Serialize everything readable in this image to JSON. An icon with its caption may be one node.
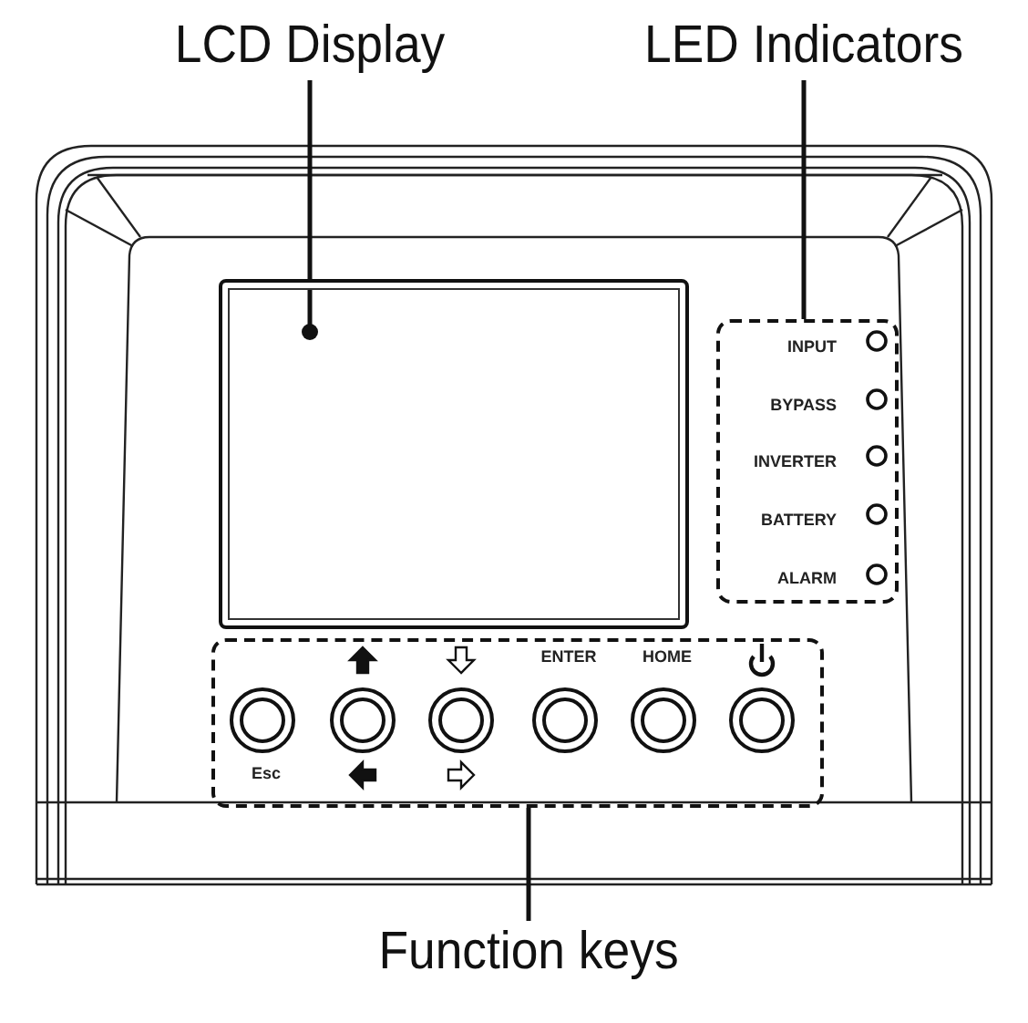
{
  "diagram": {
    "nodes": [
      {
        "text": [
          "LCD Display"
        ]
      },
      {
        "text": [
          "LED Indicators"
        ]
      },
      {
        "text": [
          "Function keys"
        ]
      },
      {
        "text": [],
        "shape": "box"
      },
      {
        "text": [
          "INPUT",
          "BYPASS",
          "INVERTER",
          "BATTERY",
          "ALARM"
        ]
      },
      {
        "text": [
          "ENTER",
          "HOME",
          "Esc"
        ]
      }
    ],
    "edges": [
      {
        "from": 0,
        "to": 3,
        "arrow": "other"
      },
      {
        "from": 1,
        "to": 4,
        "arrow": "none"
      },
      {
        "from": 2,
        "to": 5,
        "arrow": "none"
      }
    ]
  }
}
